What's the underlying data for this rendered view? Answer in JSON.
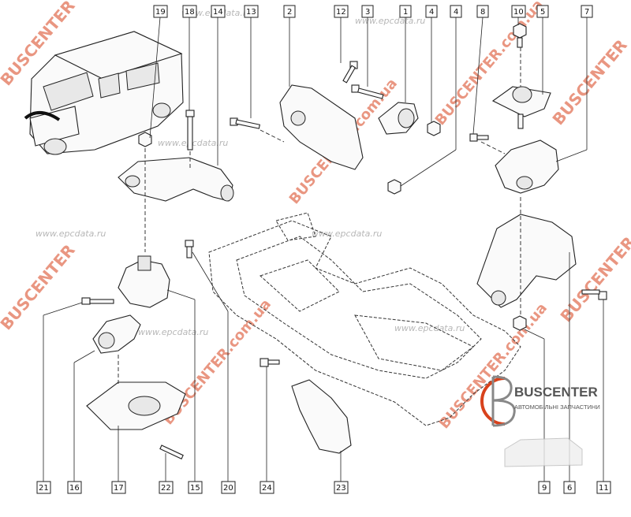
{
  "callouts": {
    "top": [
      "19",
      "18",
      "14",
      "13",
      "2",
      "12",
      "3",
      "1",
      "4",
      "4",
      "8",
      "10",
      "5",
      "7"
    ],
    "bottom": [
      "21",
      "16",
      "17",
      "22",
      "15",
      "20",
      "24",
      "23",
      "9",
      "6",
      "11"
    ]
  },
  "watermarks": {
    "brand": "BUSCENTER",
    "domain": "BUSCENTER.com.ua",
    "site": "www.epcdata.ru"
  },
  "logo": {
    "name": "BUSCENTER",
    "tagline": "АВТОМОБІЛЬНІ ЗАПЧАСТИНИ",
    "accent_color": "#d8421c"
  }
}
